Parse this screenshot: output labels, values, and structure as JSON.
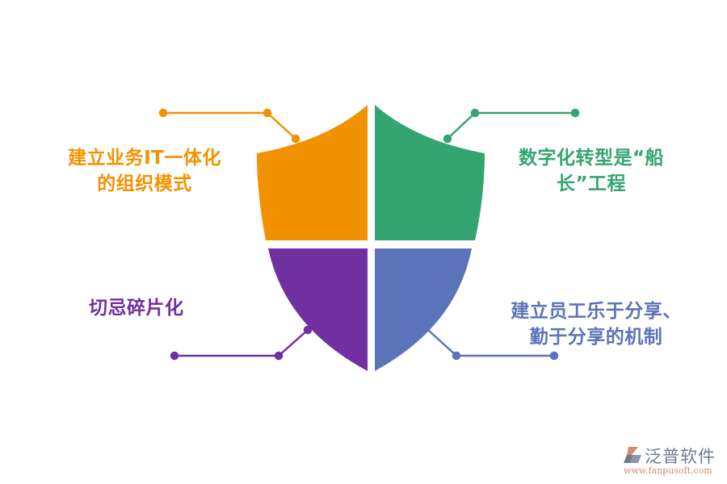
{
  "diagram": {
    "type": "shield-quadrant-infographic",
    "quadrants": [
      {
        "id": "top-left",
        "label": "建立业务IT一体化的组织模式",
        "line1": "建立业务IT一体化",
        "line2": "的组织模式",
        "color": "#f39200"
      },
      {
        "id": "top-right",
        "label": "数字化转型是“船长”工程",
        "line1": "数字化转型是“船",
        "line2": "长”工程",
        "color": "#34a470"
      },
      {
        "id": "bottom-left",
        "label": "切忌碎片化",
        "line1": "切忌碎片化",
        "color": "#7030a0"
      },
      {
        "id": "bottom-right",
        "label": "建立员工乐于分享、勤于分享的机制",
        "line1": "建立员工乐于分享、",
        "line2": "勤于分享的机制",
        "color": "#5b73b8"
      }
    ]
  },
  "logo": {
    "name": "泛普软件",
    "url": "www.fanpusoft.com",
    "icon": "fanpu-logo-icon"
  }
}
